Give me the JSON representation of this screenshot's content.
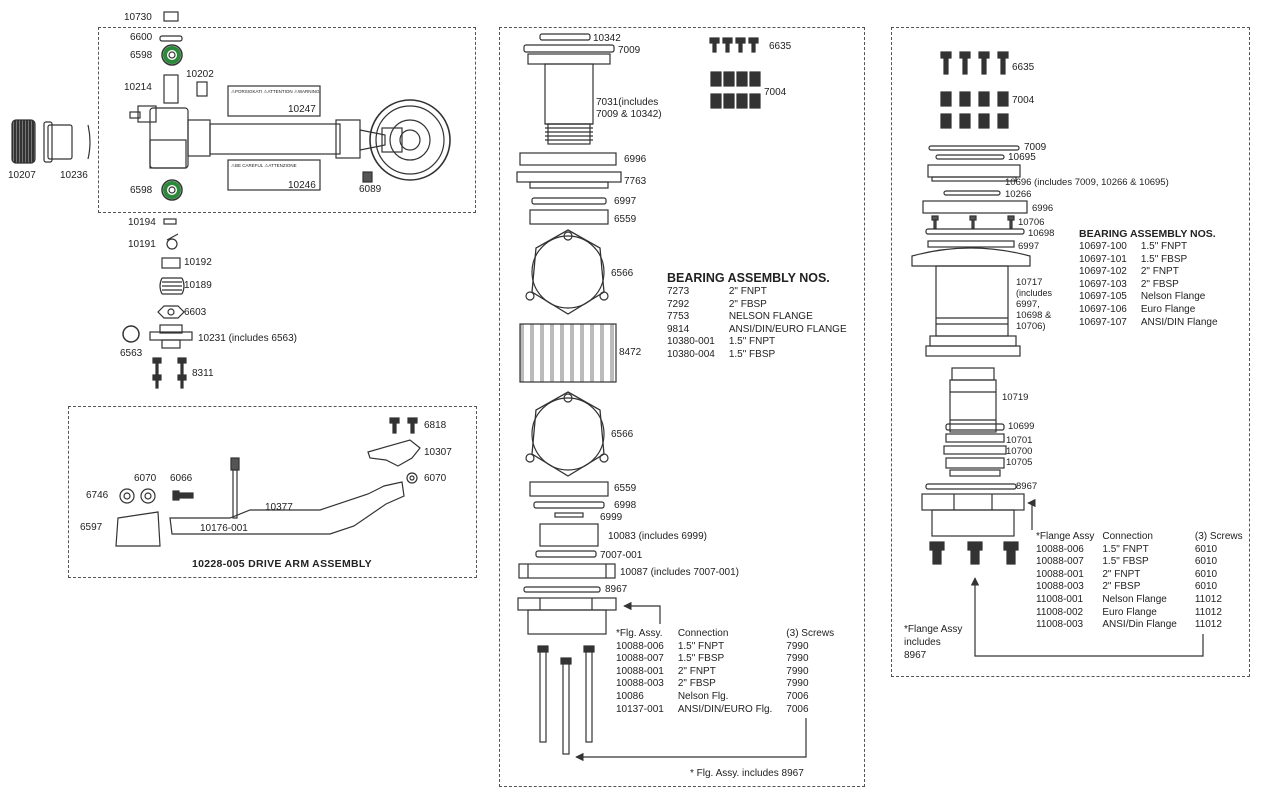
{
  "panel_a": {
    "labels": {
      "p10730": "10730",
      "p6600": "6600",
      "p6598a": "6598",
      "p10214": "10214",
      "p10202": "10202",
      "p10247": "10247",
      "p10207": "10207",
      "p10236": "10236",
      "p6598b": "6598",
      "p10246": "10246",
      "p6089": "6089",
      "p10194": "10194",
      "p10191": "10191",
      "p10192": "10192",
      "p10189": "10189",
      "p6603": "6603",
      "p6563": "6563",
      "p10231": "10231 (includes 6563)",
      "p8311": "8311"
    },
    "decals": {
      "top": "⚠PORSIGKATI ⚠ATTENTION ⚠WARNING",
      "bottom": "⚠BE CAREFUL ⚠ATTENZIONE"
    }
  },
  "drive_arm": {
    "title": "10228-005 DRIVE ARM ASSEMBLY",
    "labels": {
      "p6818": "6818",
      "p10307": "10307",
      "p6070a": "6070",
      "p6066": "6066",
      "p6746": "6746",
      "p6070b": "6070",
      "p10377": "10377",
      "p10176": "10176-001",
      "p6597": "6597"
    }
  },
  "panel_b": {
    "labels": {
      "p10342": "10342",
      "p7009": "7009",
      "p6635": "6635",
      "p7004": "7004",
      "p7031a": "7031(includes",
      "p7031b": "7009 & 10342)",
      "p6996": "6996",
      "p7763": "7763",
      "p6997": "6997",
      "p6559a": "6559",
      "p6566a": "6566",
      "p8472": "8472",
      "p6566b": "6566",
      "p6559b": "6559",
      "p6998": "6998",
      "p6999": "6999",
      "p10083": "10083 (includes 6999)",
      "p7007": "7007-001",
      "p10087": "10087 (includes 7007-001)",
      "p8967": "8967",
      "footnote": "* Flg. Assy. includes 8967"
    },
    "bearing_title": "BEARING ASSEMBLY NOS.",
    "bearing_rows": [
      [
        "7273",
        "2\" FNPT"
      ],
      [
        "7292",
        "2\" FBSP"
      ],
      [
        "7753",
        "NELSON FLANGE"
      ],
      [
        "9814",
        "ANSI/DIN/EURO FLANGE"
      ],
      [
        "10380-001",
        "1.5\" FNPT"
      ],
      [
        "10380-004",
        "1.5\" FBSP"
      ]
    ],
    "flange_header": [
      "*Flg. Assy.",
      "Connection",
      "(3) Screws"
    ],
    "flange_rows": [
      [
        "10088-006",
        "1.5\" FNPT",
        "7990"
      ],
      [
        "10088-007",
        "1.5\" FBSP",
        "7990"
      ],
      [
        "10088-001",
        "2\" FNPT",
        "7990"
      ],
      [
        "10088-003",
        "2\" FBSP",
        "7990"
      ],
      [
        "10086",
        "Nelson Flg.",
        "7006"
      ],
      [
        "10137-001",
        "ANSI/DIN/EURO Flg.",
        "7006"
      ]
    ]
  },
  "panel_c": {
    "labels": {
      "p6635": "6635",
      "p7004": "7004",
      "p7009": "7009",
      "p10695": "10695",
      "p10696": "10696 (includes 7009, 10266 & 10695)",
      "p10266": "10266",
      "p6996": "6996",
      "p10706": "10706",
      "p10698": "10698",
      "p6997": "6997",
      "p10717a": "10717",
      "p10717b": "(includes",
      "p10717c": "6997,",
      "p10717d": "10698 &",
      "p10717e": "10706)",
      "p10719": "10719",
      "p10699": "10699",
      "p10701": "10701",
      "p10700": "10700",
      "p10705": "10705",
      "p8967": "8967",
      "fl_note_a": "*Flange Assy",
      "fl_note_b": "includes",
      "fl_note_c": "8967"
    },
    "bearing_title": "BEARING ASSEMBLY NOS.",
    "bearing_rows": [
      [
        "10697-100",
        "1.5\" FNPT"
      ],
      [
        "10697-101",
        "1.5\" FBSP"
      ],
      [
        "10697-102",
        "2\" FNPT"
      ],
      [
        "10697-103",
        "2\" FBSP"
      ],
      [
        "10697-105",
        "Nelson Flange"
      ],
      [
        "10697-106",
        "Euro Flange"
      ],
      [
        "10697-107",
        "ANSI/DIN Flange"
      ]
    ],
    "flange_header": [
      "*Flange Assy",
      "Connection",
      "(3) Screws"
    ],
    "flange_rows": [
      [
        "10088-006",
        "1.5\" FNPT",
        "6010"
      ],
      [
        "10088-007",
        "1.5\" FBSP",
        "6010"
      ],
      [
        "10088-001",
        "2\" FNPT",
        "6010"
      ],
      [
        "10088-003",
        "2\" FBSP",
        "6010"
      ],
      [
        "11008-001",
        "Nelson Flange",
        "11012"
      ],
      [
        "11008-002",
        "Euro Flange",
        "11012"
      ],
      [
        "11008-003",
        "ANSI/Din Flange",
        "11012"
      ]
    ]
  }
}
